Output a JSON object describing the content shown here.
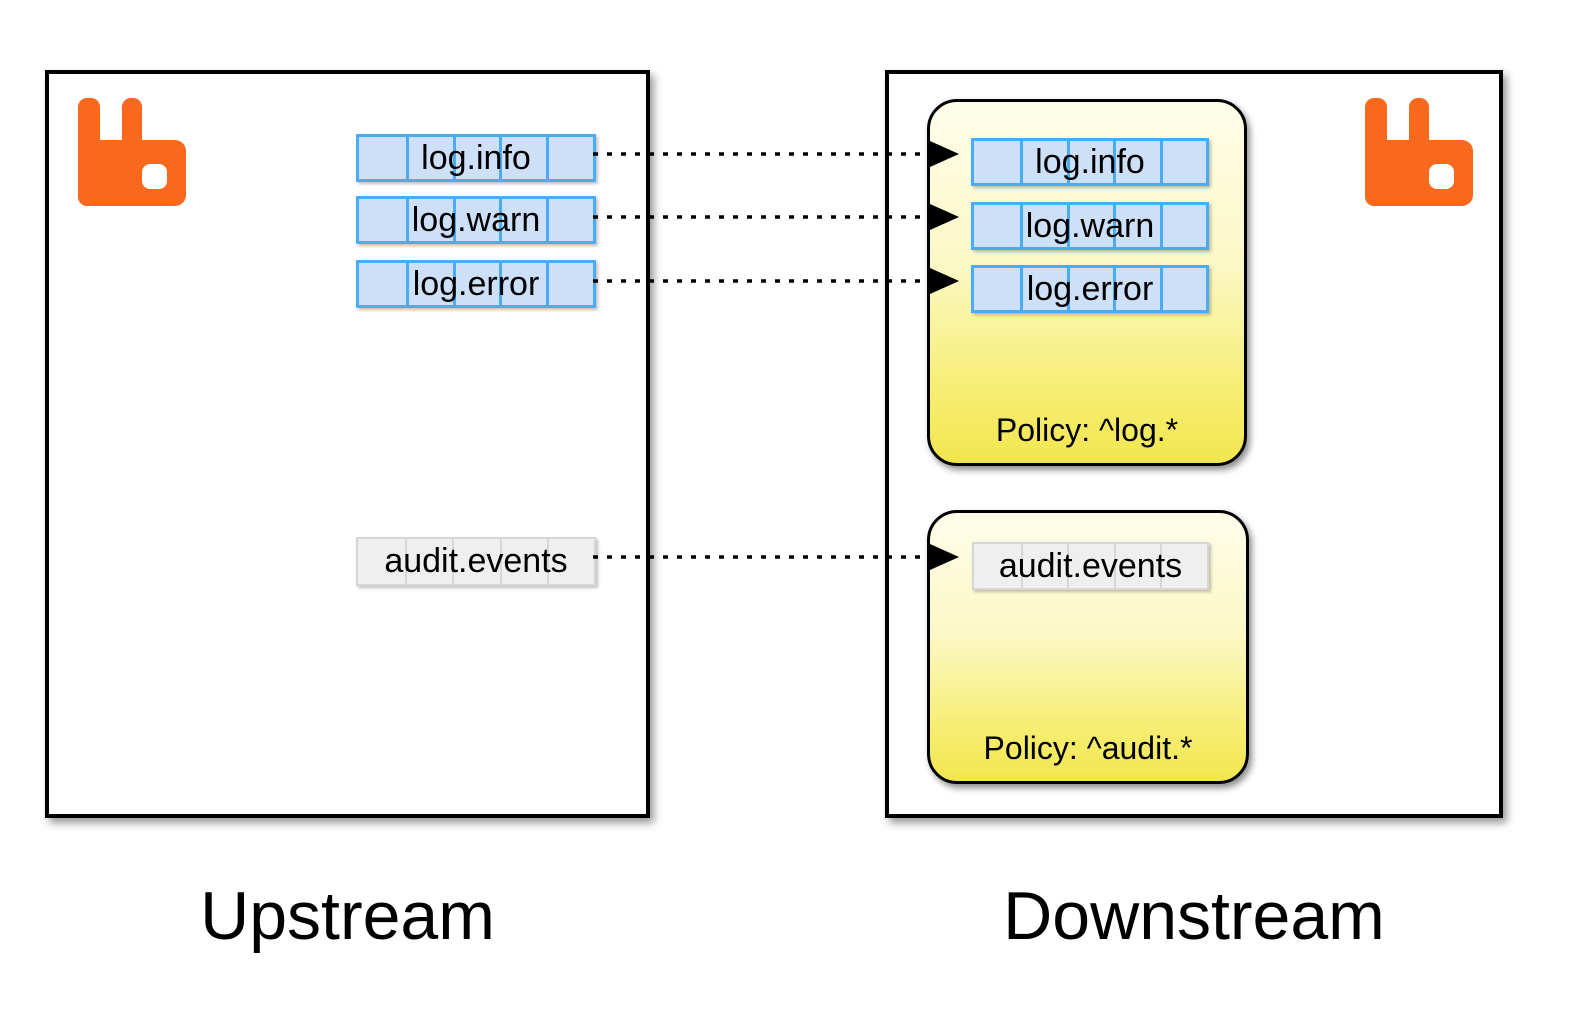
{
  "upstream": {
    "label": "Upstream",
    "queues": [
      {
        "name": "log.info"
      },
      {
        "name": "log.warn"
      },
      {
        "name": "log.error"
      },
      {
        "name": "audit.events"
      }
    ]
  },
  "downstream": {
    "label": "Downstream",
    "policies": [
      {
        "label": "Policy: ^log.*",
        "queues": [
          {
            "name": "log.info"
          },
          {
            "name": "log.warn"
          },
          {
            "name": "log.error"
          }
        ]
      },
      {
        "label": "Policy: ^audit.*",
        "queues": [
          {
            "name": "audit.events"
          }
        ]
      }
    ]
  },
  "icons": {
    "broker_logo": "rabbitmq-logo",
    "link_arrow": "arrowhead-right"
  },
  "colors": {
    "queue_log_fill": "#cde0f8",
    "queue_log_border": "#4aacf5",
    "queue_audit_fill": "#efefef",
    "queue_audit_border": "#d6d6d6",
    "policy_gradient_top": "#fefdea",
    "policy_gradient_bottom": "#f2e64e",
    "logo_orange": "#f8681d",
    "link_color": "#000000",
    "box_border": "#000000"
  }
}
